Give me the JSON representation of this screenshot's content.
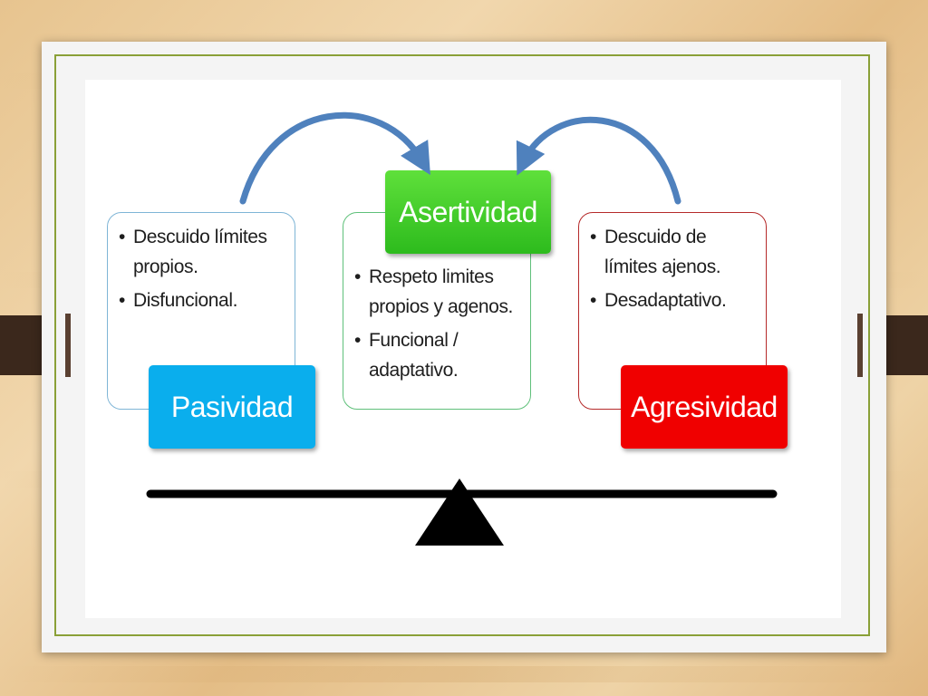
{
  "diagram": {
    "left": {
      "label": "Pasividad",
      "bullets": [
        "Descuido límites propios.",
        "Disfuncional."
      ]
    },
    "center": {
      "label": "Asertividad",
      "bullets": [
        "Respeto limites propios y agenos.",
        "Funcional / adaptativo."
      ]
    },
    "right": {
      "label": "Agresividad",
      "bullets": [
        "Descuido de límites ajenos.",
        "Desadaptativo."
      ]
    }
  },
  "colors": {
    "pasividad": "#0AAEED",
    "asertividad": "#3CCB28",
    "agresividad": "#F00000",
    "arrows": "#4F81BD",
    "balance": "#000000"
  }
}
